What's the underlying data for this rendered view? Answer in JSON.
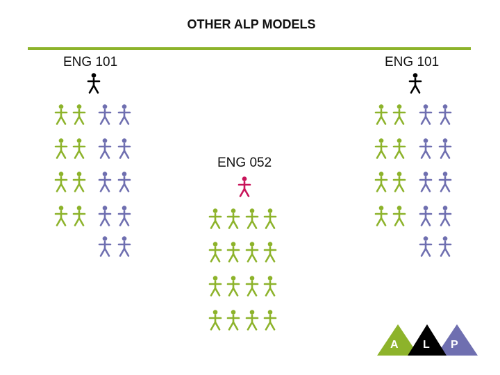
{
  "title": "OTHER ALP MODELS",
  "colors": {
    "rule": "#8db32b",
    "instructor": "#000000",
    "alp_instructor": "#c8145a",
    "green_student": "#8db32b",
    "purple_student": "#6f6fb0",
    "logo_a": "#8db32b",
    "logo_l": "#000000",
    "logo_p": "#6f6fb0"
  },
  "left_group": {
    "course_label": "ENG 101",
    "instructor_icon": "instructor-person-icon",
    "green_students": 8,
    "purple_students": 10
  },
  "center_group": {
    "course_label": "ENG 052",
    "instructor_icon": "alp-instructor-person-icon",
    "green_students": 16,
    "purple_students": 0
  },
  "right_group": {
    "course_label": "ENG 101",
    "instructor_icon": "instructor-person-icon",
    "green_students": 8,
    "purple_students": 10
  },
  "logo": {
    "letter_a": "A",
    "letter_l": "L",
    "letter_p": "P"
  }
}
